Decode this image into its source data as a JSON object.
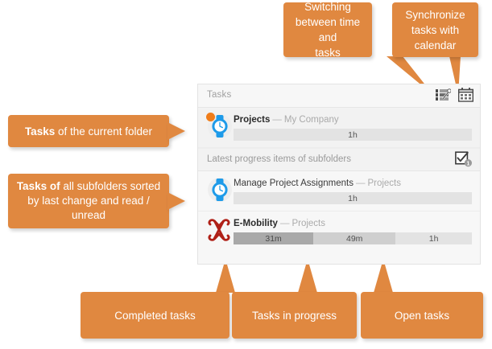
{
  "panel": {
    "header": {
      "title": "Tasks",
      "icons": [
        {
          "name": "switch-time-tasks-icon",
          "label": "list-toggle-icon"
        },
        {
          "name": "calendar-sync-icon",
          "label": "calendar-icon"
        }
      ]
    },
    "rows": [
      {
        "icon": "watch-icon-unread",
        "title": "Projects",
        "separator": "—",
        "context": "My Company",
        "bar": [
          {
            "state": "open",
            "label": "1h",
            "width_pct": 100
          }
        ]
      }
    ],
    "strip": {
      "label": "Latest progress items of subfolders",
      "badge": "1",
      "icon": "checkbox-checked-icon"
    },
    "subrows": [
      {
        "icon": "watch-icon-unread",
        "title": "Manage Project Assignments",
        "separator": "—",
        "context": "Projects",
        "bar": [
          {
            "state": "open",
            "label": "1h",
            "width_pct": 100
          }
        ]
      },
      {
        "icon": "knot-icon",
        "title": "E-Mobility",
        "separator": "—",
        "context": "Projects",
        "bar": [
          {
            "state": "done",
            "label": "31m",
            "width_pct": 33.5
          },
          {
            "state": "prog",
            "label": "49m",
            "width_pct": 34.5
          },
          {
            "state": "open",
            "label": "1h",
            "width_pct": 32.0
          }
        ]
      }
    ]
  },
  "callouts": {
    "switching": {
      "line1": "Switching",
      "line2": "between time and",
      "line3": "tasks",
      "text": "Switching between time and tasks"
    },
    "sync": {
      "line1": "Synchronize",
      "line2": "tasks with",
      "line3": "calendar",
      "text": "Synchronize tasks with calendar"
    },
    "current_folder": {
      "bold": "Tasks",
      "rest": " of the current folder"
    },
    "subfolders": {
      "bold": "Tasks of",
      "rest": " all subfolders sorted by last change and read / unread"
    },
    "completed": {
      "text": "Completed tasks"
    },
    "in_progress": {
      "text": "Tasks in progress"
    },
    "open": {
      "text": "Open tasks"
    }
  },
  "colors": {
    "accent_orange": "#e08840",
    "watch_blue": "#1e9be9",
    "knot_red": "#b02118",
    "bar_done": "#a9a9a9",
    "bar_progress": "#cfcfcf",
    "bar_open": "#e3e3e3"
  }
}
